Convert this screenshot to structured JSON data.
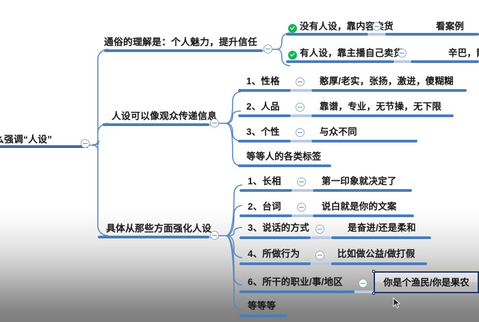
{
  "app": {
    "kind": "mindmap-canvas",
    "background_top_color": "#ffffff",
    "background_bottom_color": "#7e7e7e",
    "branch_color": "#4a7ebb",
    "underline_color": "#4a7ebb",
    "underline_pale_color": "#b9cbe2",
    "selection_border_color": "#21365f",
    "check_icon_color": "#16b35a"
  },
  "mindmap": {
    "root": {
      "label": "么强调“人设”",
      "truncated_left": true,
      "collapse_icon": "collapse-minus-icon"
    },
    "branches": [
      {
        "id": "branch-1",
        "label": "通俗的理解是：个人魅力，提升信任",
        "collapse_icon": "collapse-minus-icon",
        "children": [
          {
            "id": "node-1-1",
            "status_icon": "green-check-icon",
            "label": "没有人设，靠内容卖货",
            "collapse_icon": "collapse-minus-icon",
            "detail": "看案例",
            "detail_truncated": false
          },
          {
            "id": "node-1-2",
            "status_icon": "green-check-icon",
            "label": "有人设，靠主播自己卖货",
            "collapse_icon": "collapse-minus-icon",
            "detail": "辛巴，散",
            "detail_truncated": true
          }
        ]
      },
      {
        "id": "branch-2",
        "label": "人设可以像观众传递信息",
        "collapse_icon": "collapse-minus-icon",
        "children": [
          {
            "id": "node-2-1",
            "label": "1、性格",
            "collapse_icon": "collapse-minus-icon",
            "detail": "憨厚/老实，张扬，激进，傻糊糊"
          },
          {
            "id": "node-2-2",
            "label": "2、人品",
            "collapse_icon": "collapse-minus-icon",
            "detail": "靠谱，专业，无节操，无下限"
          },
          {
            "id": "node-2-3",
            "label": "3、个性",
            "collapse_icon": "collapse-minus-icon",
            "detail": "与众不同"
          },
          {
            "id": "node-2-4",
            "label": "等等人的各类标签",
            "collapse_icon": null,
            "detail": null
          }
        ]
      },
      {
        "id": "branch-3",
        "label": "具体从那些方面强化人设",
        "collapse_icon": "collapse-minus-icon",
        "children": [
          {
            "id": "node-3-1",
            "label": "1、长相",
            "collapse_icon": "collapse-minus-icon",
            "detail": "第一印象就决定了"
          },
          {
            "id": "node-3-2",
            "label": "2、台词",
            "collapse_icon": "collapse-minus-icon",
            "detail": "说白就是你的文案"
          },
          {
            "id": "node-3-3",
            "label": "3、说话的方式",
            "collapse_icon": "collapse-minus-icon",
            "detail": "是奋进/还是柔和"
          },
          {
            "id": "node-3-4",
            "label": "4、所做行为",
            "collapse_icon": "collapse-minus-icon",
            "detail": "比如做公益/做打假"
          },
          {
            "id": "node-3-5",
            "label": "6、所干的职业/事/地区",
            "collapse_icon": "collapse-minus-icon",
            "detail": null
          },
          {
            "id": "node-3-6",
            "label": "等等等",
            "collapse_icon": null,
            "detail": null
          }
        ]
      }
    ],
    "selected_node": {
      "id": "node-selected",
      "label": "你是个渔民/你是果农",
      "selected": true
    },
    "pointer": {
      "icon": "mouse-arrow-cursor"
    }
  }
}
